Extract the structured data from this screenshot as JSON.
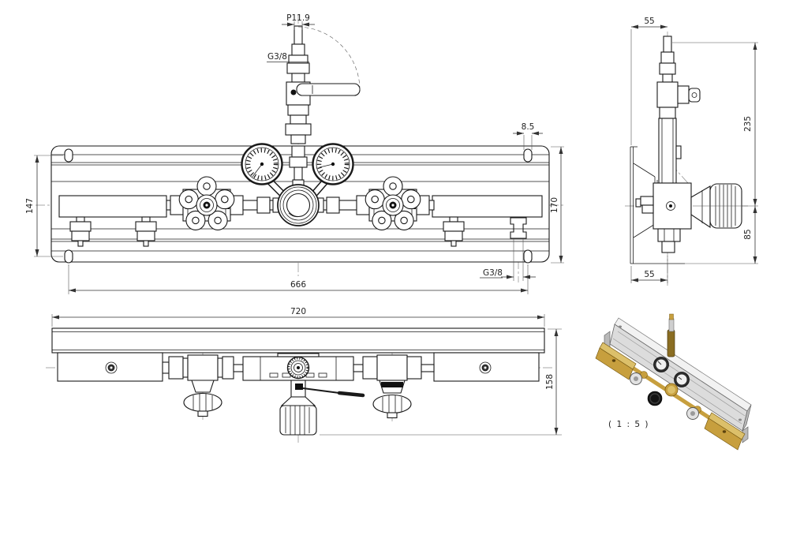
{
  "drawing": {
    "type": "technical-drawing-gas-manifold",
    "views": {
      "front": {
        "labels": {
          "probe_dia": "P11.9",
          "thread_top": "G3/8",
          "slot_width": "8.5",
          "slot_spacing": "147",
          "panel_height": "170",
          "port_span": "666",
          "thread_bottom": "G3/8"
        }
      },
      "plan": {
        "labels": {
          "overall_width": "720",
          "overall_depth": "158"
        }
      },
      "side": {
        "labels": {
          "offset_top": "55",
          "height_above": "235",
          "height_below": "85",
          "offset_bottom": "55"
        }
      },
      "iso": {
        "labels": {
          "scale": "( 1 : 5 )"
        }
      }
    },
    "colors": {
      "line": "#1a1a1a",
      "brass": "#c79f3e",
      "brass_light": "#dcc06a",
      "brass_dark": "#8a6d22",
      "steel_light": "#f2f2f2",
      "steel_mid": "#dcdcdc",
      "steel_dark": "#b9b9b9",
      "knob_black": "#141414",
      "gauge_dark": "#2e2e2e"
    }
  }
}
